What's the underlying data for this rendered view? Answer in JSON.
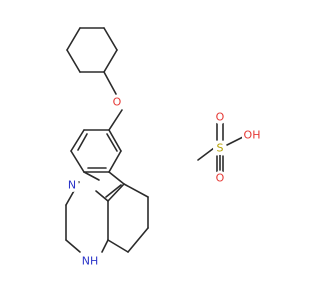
{
  "molecule": {
    "atoms": {
      "oxygen_ether": {
        "text": "O",
        "color": "#e53935"
      },
      "nitrogen_indole": {
        "text": "N",
        "color": "#2b35c9"
      },
      "nh_amine": {
        "text": "NH",
        "color": "#2b35c9"
      }
    }
  },
  "mesylate": {
    "atoms": {
      "sulfur": {
        "text": "S",
        "color": "#b5a100"
      },
      "oxygen_top": {
        "text": "O",
        "color": "#e53935"
      },
      "oxygen_bottom": {
        "text": "O",
        "color": "#e53935"
      },
      "hydroxyl": {
        "text": "OH",
        "color": "#e53935"
      }
    }
  }
}
